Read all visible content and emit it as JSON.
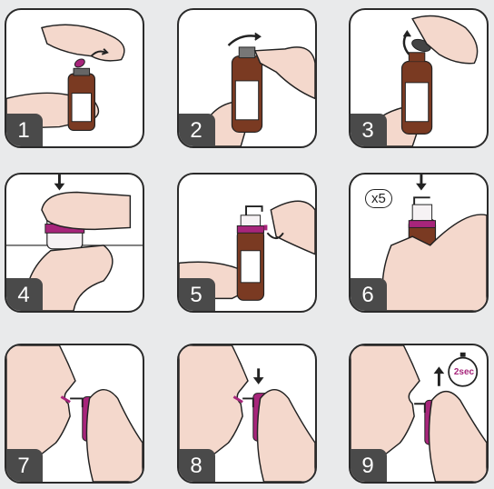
{
  "steps": [
    {
      "number": "1"
    },
    {
      "number": "2"
    },
    {
      "number": "3"
    },
    {
      "number": "4"
    },
    {
      "number": "5"
    },
    {
      "number": "6",
      "badge": "x5"
    },
    {
      "number": "7"
    },
    {
      "number": "8"
    },
    {
      "number": "9",
      "timer": "2sec"
    }
  ],
  "colors": {
    "skin": "#f4d8cc",
    "outline": "#222222",
    "bottle": "#7a3a22",
    "label": "#ffffff",
    "accent": "#a7257b",
    "badge": "#4a4a4a",
    "background": "#e9eaeb"
  },
  "icons": [
    "arrow-icon",
    "stopwatch-icon",
    "bottle-icon",
    "hand-icon",
    "face-profile-icon"
  ]
}
